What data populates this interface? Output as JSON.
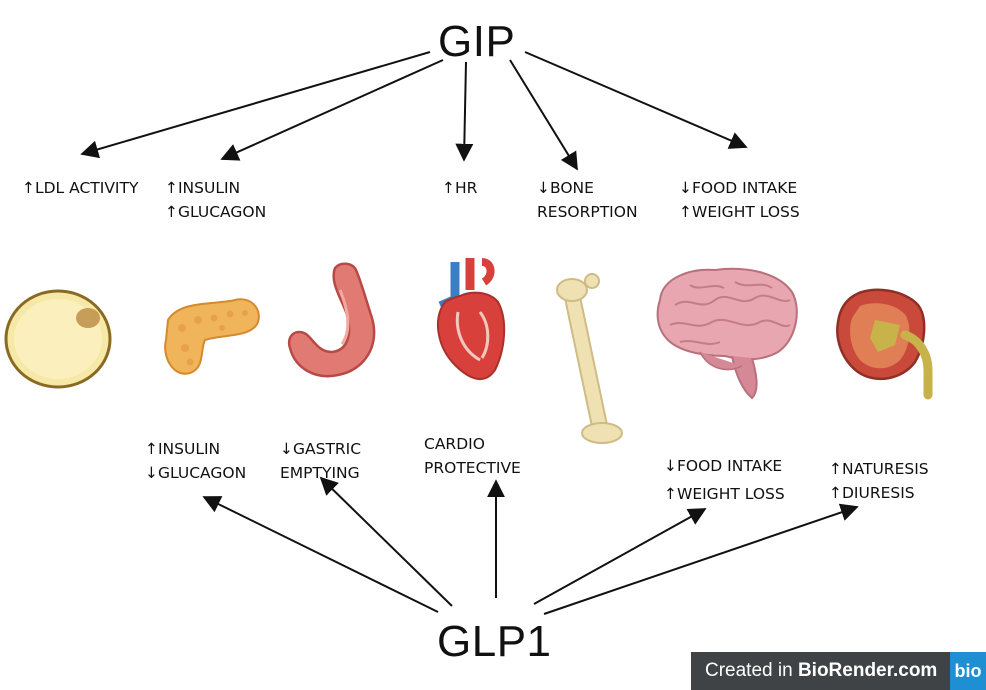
{
  "hubs": {
    "gip": "GIP",
    "glp1": "GLP1"
  },
  "gip_effects": {
    "ldl": [
      "↑LDL ACTIVITY"
    ],
    "pancreas": [
      "↑INSULIN",
      "↑GLUCAGON"
    ],
    "heart": [
      "↑HR"
    ],
    "bone": [
      "↓BONE",
      "RESORPTION"
    ],
    "brain": [
      "↓FOOD INTAKE",
      "↑WEIGHT LOSS"
    ]
  },
  "glp1_effects": {
    "pancreas": [
      "↑INSULIN",
      "↓GLUCAGON"
    ],
    "stomach": [
      "↓GASTRIC",
      "EMPTYING"
    ],
    "heart": [
      "CARDIO",
      "PROTECTIVE"
    ],
    "brain": [
      "↓FOOD INTAKE",
      "↑WEIGHT LOSS"
    ],
    "kidney": [
      "↑NATURESIS",
      "↑DIURESIS"
    ]
  },
  "organs": [
    "adipocyte",
    "pancreas",
    "stomach",
    "heart",
    "bone",
    "brain",
    "kidney"
  ],
  "watermark": {
    "text_plain": "Created in ",
    "text_bold": "BioRender.com",
    "logo": "bio"
  },
  "colors": {
    "arrow": "#111111",
    "adipocyte": "#f6e8a6",
    "pancreas": "#f0b45a",
    "stomach": "#e27a74",
    "heart": "#d8413b",
    "bone": "#efe1b2",
    "brain": "#e8a6b0",
    "kidney": "#c94a3a",
    "watermark_bg": "#3f4346",
    "watermark_logo": "#1f8fd3"
  }
}
